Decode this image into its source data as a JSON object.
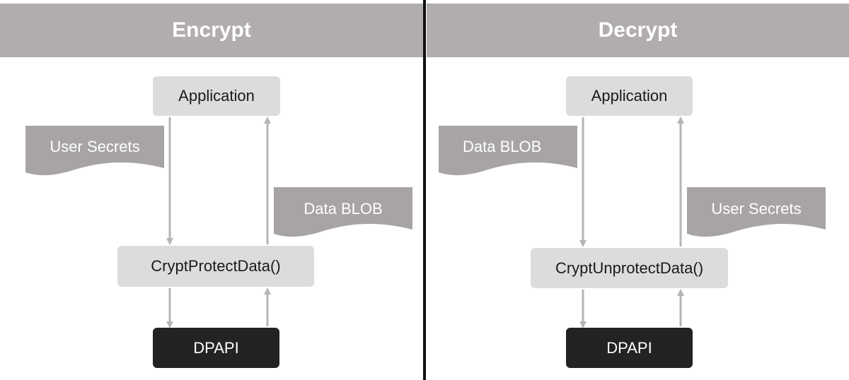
{
  "encrypt": {
    "title": "Encrypt",
    "application_label": "Application",
    "function_label": "CryptProtectData()",
    "dpapi_label": "DPAPI",
    "input_note": "User Secrets",
    "output_note": "Data BLOB"
  },
  "decrypt": {
    "title": "Decrypt",
    "application_label": "Application",
    "function_label": "CryptUnprotectData()",
    "dpapi_label": "DPAPI",
    "input_note": "Data BLOB",
    "output_note": "User Secrets"
  },
  "colors": {
    "header_bg": "#b1acad",
    "box_light": "#dddcdc",
    "box_dark": "#232323",
    "note_bg": "#a8a4a4",
    "arrow": "#b7b4b4",
    "divider": "#111111"
  }
}
